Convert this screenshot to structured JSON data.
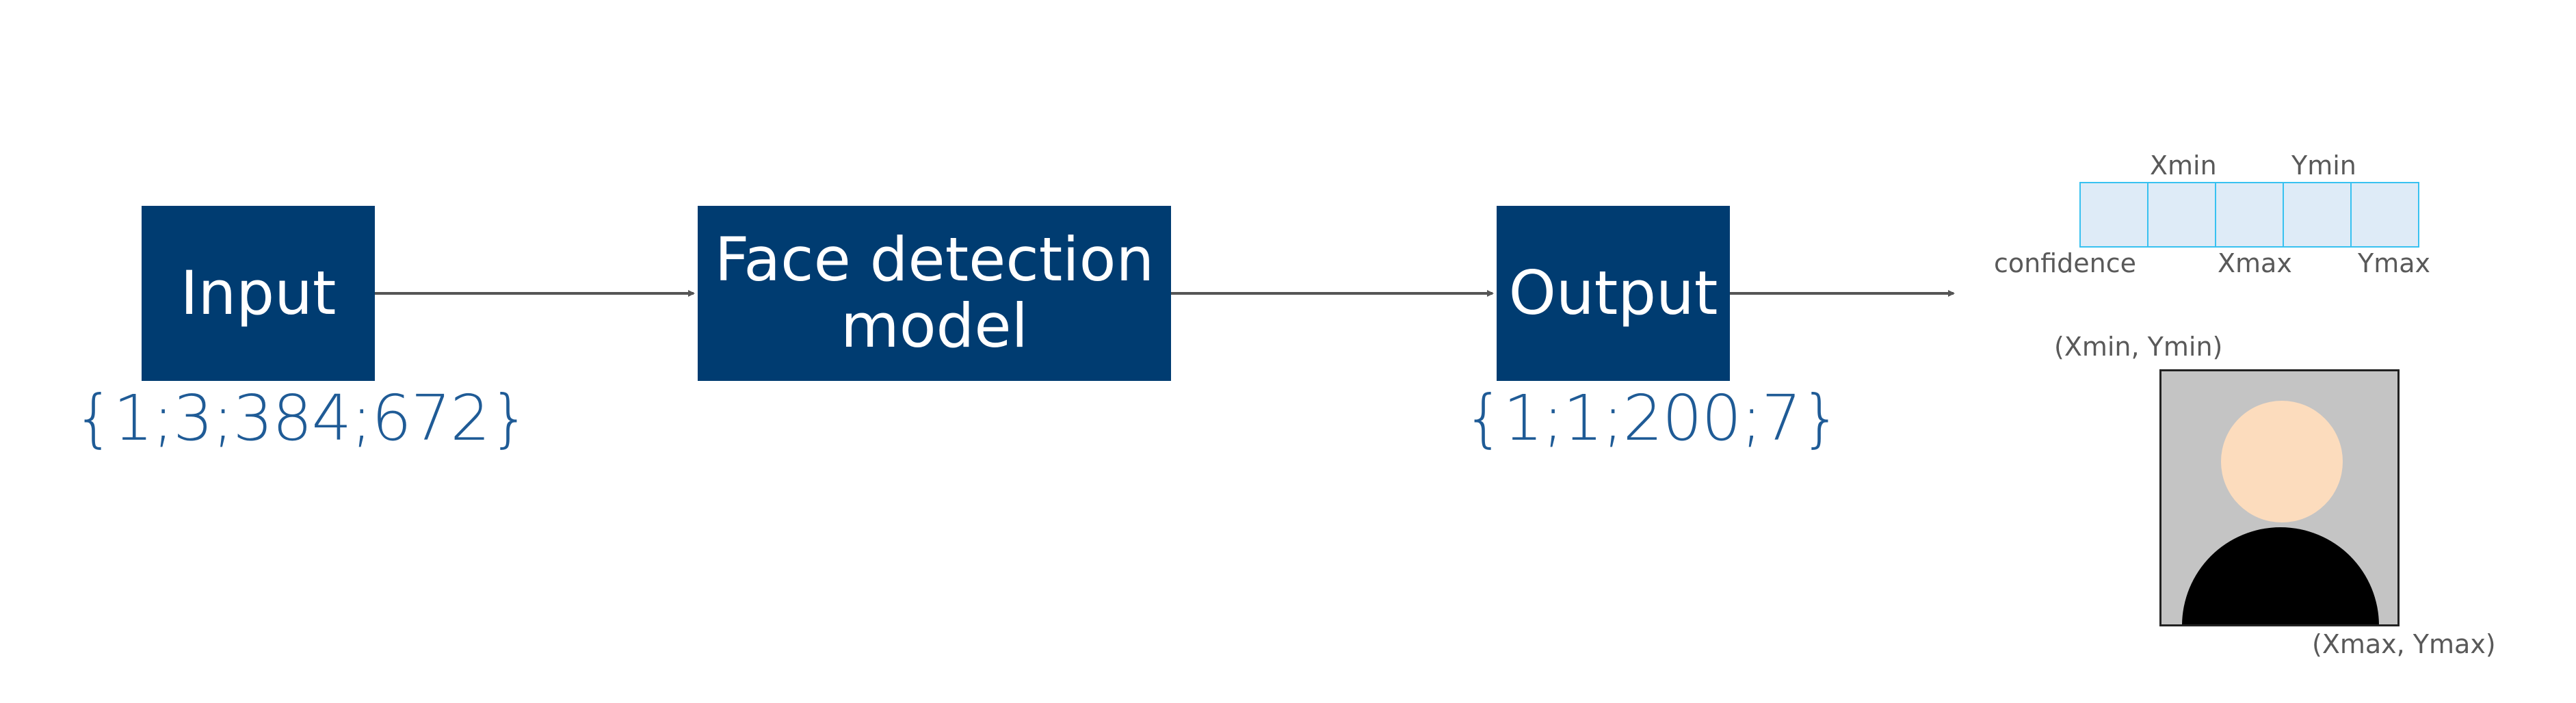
{
  "diagram": {
    "input_box": {
      "label": "Input",
      "shape": "{1;3;384;672}"
    },
    "model_box": {
      "line1": "Face detection",
      "line2": "model"
    },
    "output_box": {
      "label": "Output",
      "shape": "{1;1;200;7}"
    },
    "output_vector": {
      "labels_top": [
        "Xmin",
        "Ymin"
      ],
      "labels_bottom": [
        "confidence",
        "Xmax",
        "Ymax"
      ],
      "cell_count": 5
    },
    "bbox_illustration": {
      "top_left_label": "(Xmin, Ymin)",
      "bottom_right_label": "(Xmax, Ymax)"
    },
    "colors": {
      "box_fill": "#003c71",
      "shape_text": "#1f5b96",
      "arrow": "#555555",
      "cell_fill": "#deebf7",
      "cell_border": "#38c1f0",
      "portrait_bg": "#c4c4c4",
      "face": "#fcdcbd",
      "shoulders": "#000000"
    }
  }
}
